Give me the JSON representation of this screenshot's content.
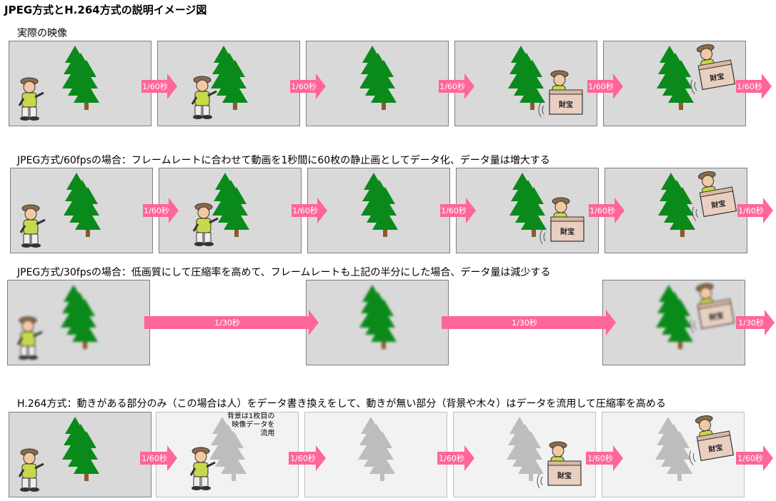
{
  "title": "JPEG方式とH.264方式の説明イメージ図",
  "rows": {
    "actual": "実際の映像",
    "jpeg60": "JPEG方式/60fpsの場合：フレームレートに合わせて動画を1秒間に60枚の静止画としてデータ化、データ量は増大する",
    "jpeg30": "JPEG方式/30fpsの場合：低画質にして圧縮率を高めて、フレームレートも上記の半分にした場合、データ量は減少する",
    "h264": "H.264方式：動きがある部分のみ（この場合は人）をデータ書き換えをして、動きが無い部分（背景や木々）はデータを流用して圧縮率を高める"
  },
  "arrow_labels": {
    "sixtieth": "1/60秒",
    "thirtieth": "1/30秒"
  },
  "note": "背景は1枚目の\n映像データを\n流用",
  "box_label": "財宝",
  "colors": {
    "arrow": "#ff6699",
    "frame_fill": "#d9d9d9",
    "frame_light_fill": "#f2f2f2",
    "tree_green": "#0a8a1a",
    "tree_gray": "#bdbdbd",
    "trunk": "#8b5a2b",
    "person_shirt": "#c8d84a"
  }
}
